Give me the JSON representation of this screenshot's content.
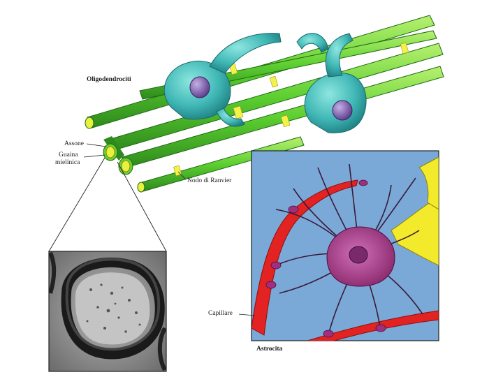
{
  "labels": {
    "oligodendrocytes": "Oligodendrociti",
    "axon": "Assone",
    "myelin_sheath_1": "Guaina",
    "myelin_sheath_2": "mielinica",
    "node_of_ranvier": "Nodo di Ranvier",
    "capillary": "Capillare",
    "astrocyte": "Astrocita"
  },
  "colors": {
    "axon_green": "#4caf2a",
    "myelin_light": "#a8e85a",
    "node_yellow": "#f4f24a",
    "oligodendrocyte_teal": "#3fb8b8",
    "nucleus_purple": "#7a5aa8",
    "astrocyte_magenta": "#a0307e",
    "capillary_red": "#e32222",
    "background_blue": "#7aa9d8",
    "endfoot_yellow": "#f2ea2a"
  },
  "icons": [
    "oligodendrocyte-cell-icon",
    "axon-bundle-icon",
    "micrograph-icon",
    "astrocyte-cell-icon",
    "capillary-icon"
  ]
}
